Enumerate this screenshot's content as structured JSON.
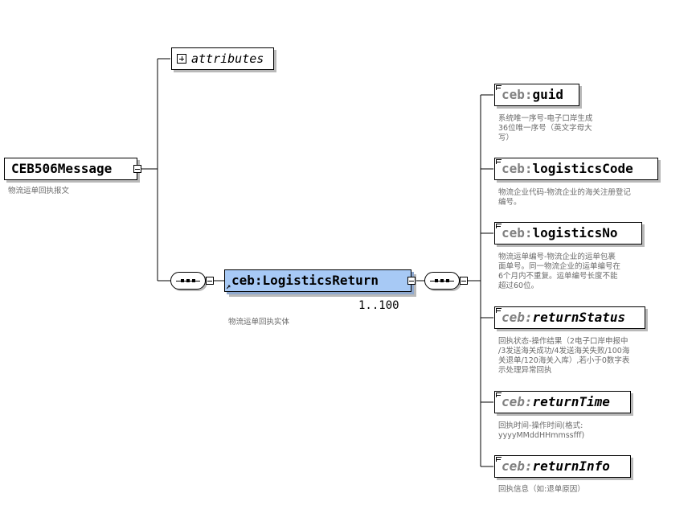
{
  "root": {
    "name": "CEB506Message",
    "description": "物流运单回执报文"
  },
  "attributes_label": "attributes",
  "child": {
    "prefix": "ceb:",
    "name": "LogisticsReturn",
    "cardinality": "1..100",
    "description": "物流运单回执实体"
  },
  "fields": [
    {
      "prefix": "ceb:",
      "name": "guid",
      "italic": false,
      "description": "系统唯一序号-电子口岸生成\n36位唯一序号（英文字母大\n写）"
    },
    {
      "prefix": "ceb:",
      "name": "logisticsCode",
      "italic": false,
      "description": "物流企业代码-物流企业的海关注册登记\n编号。"
    },
    {
      "prefix": "ceb:",
      "name": "logisticsNo",
      "italic": false,
      "description": "物流运单编号-物流企业的运单包裹\n面单号。同一物流企业的运单编号在\n6个月内不重复。运单编号长度不能\n超过60位。"
    },
    {
      "prefix": "ceb:",
      "name": "returnStatus",
      "italic": true,
      "description": "回执状态-操作结果（2电子口岸申报中\n/3发送海关成功/4发送海关失败/100海\n关退单/120海关入库）,若小于0数字表\n示处理异常回执"
    },
    {
      "prefix": "ceb:",
      "name": "returnTime",
      "italic": true,
      "description": "回执时间-操作时间(格式:\nyyyyMMddHHmmssfff)"
    },
    {
      "prefix": "ceb:",
      "name": "returnInfo",
      "italic": true,
      "description": "回执信息（如:退单原因）"
    }
  ]
}
